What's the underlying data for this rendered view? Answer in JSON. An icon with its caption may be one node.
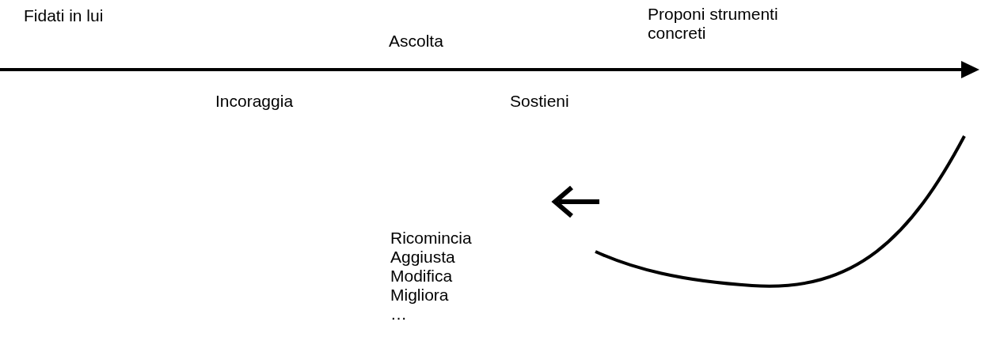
{
  "diagram": {
    "labels": [
      "Fidati in lui",
      "Proponi strumenti concreti",
      "Ascolta",
      "Incoraggia",
      "Sostieni",
      "Ricomincia",
      "Aggiusta",
      "Modifica",
      "Migliora",
      "…"
    ]
  }
}
